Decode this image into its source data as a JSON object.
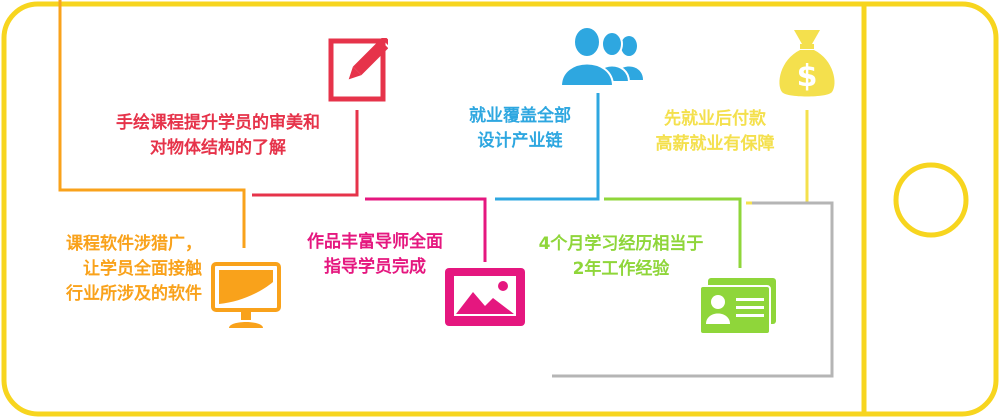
{
  "colors": {
    "frame": "#f7d51f",
    "orange": "#f9a21b",
    "red": "#e6334a",
    "magenta": "#e5177f",
    "blue": "#2ea7e0",
    "green": "#8fd63a",
    "yellow": "#f4e04d",
    "gray": "#b5b5b5"
  },
  "items": [
    {
      "id": "hand-drawn",
      "lines": [
        "手绘课程提升学员的审美和",
        "对物体结构的了解"
      ],
      "icon": "pencil-icon"
    },
    {
      "id": "software",
      "lines": [
        "课程软件涉猎广，",
        "让学员全面接触",
        "行业所涉及的软件"
      ],
      "icon": "monitor-icon"
    },
    {
      "id": "portfolio",
      "lines": [
        "作品丰富导师全面",
        "指导学员完成"
      ],
      "icon": "picture-icon"
    },
    {
      "id": "employment",
      "lines": [
        "就业覆盖全部",
        "设计产业链"
      ],
      "icon": "people-icon"
    },
    {
      "id": "experience",
      "lines": [
        "4个月学习经历相当于",
        "2年工作经验"
      ],
      "icon": "id-card-icon"
    },
    {
      "id": "guarantee",
      "lines": [
        "先就业后付款",
        "高薪就业有保障"
      ],
      "icon": "money-bag-icon"
    }
  ]
}
